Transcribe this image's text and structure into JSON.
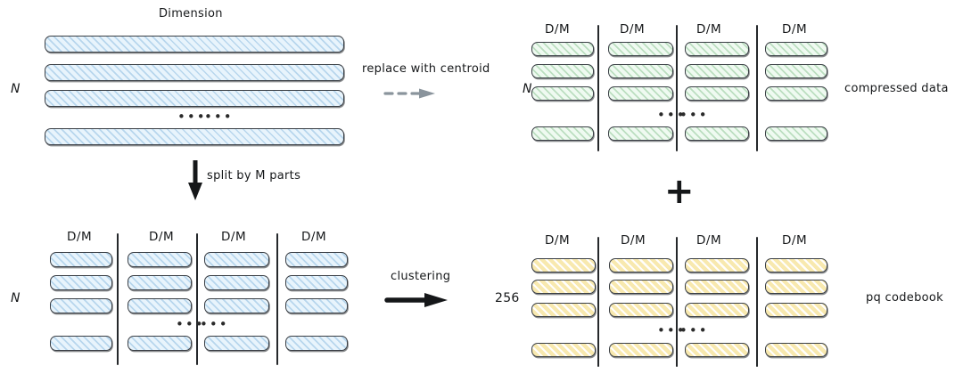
{
  "diagram": {
    "title_label": "Dimension",
    "rows_label": "N",
    "codebook_rows_label": "256",
    "part_label": "D/M",
    "ellipsis": "•••",
    "colors": {
      "blue_stroke": "#3a3f45",
      "blue_hatch": "#7cb4de",
      "green_hatch": "#78be82",
      "yellow_fill": "#fdf6dd",
      "yellow_hatch": "#f6e296",
      "arrow_dark": "#151719",
      "arrow_gray": "#8a949c"
    },
    "arrows": [
      {
        "id": "replace-with-centroid",
        "label": "replace with centroid",
        "style": "dashed",
        "direction": "right",
        "color": "#8a949c"
      },
      {
        "id": "split-by-m-parts",
        "label": "split by M parts",
        "style": "solid",
        "direction": "down",
        "color": "#151719"
      },
      {
        "id": "clustering",
        "label": "clustering",
        "style": "solid",
        "direction": "right",
        "color": "#151719"
      }
    ],
    "operator": {
      "symbol": "+",
      "name": "plus"
    },
    "panels": [
      {
        "id": "original-vectors",
        "position": "top-left",
        "row_label": "N",
        "header": "Dimension",
        "bar_style": "blue",
        "columns": 1,
        "rows": 4,
        "ellipsis_after_row": 3
      },
      {
        "id": "compressed-data",
        "position": "top-right",
        "row_label": "N",
        "side_label": "compressed data",
        "bar_style": "green",
        "columns": 4,
        "column_headers": [
          "D/M",
          "D/M",
          "D/M",
          "D/M"
        ],
        "rows": 4,
        "ellipsis_after_row": 3
      },
      {
        "id": "split-subvectors",
        "position": "bottom-left",
        "row_label": "N",
        "bar_style": "blue",
        "columns": 4,
        "column_headers": [
          "D/M",
          "D/M",
          "D/M",
          "D/M"
        ],
        "rows": 4,
        "ellipsis_after_row": 3
      },
      {
        "id": "pq-codebook",
        "position": "bottom-right",
        "row_label": "256",
        "side_label": "pq codebook",
        "bar_style": "yellow",
        "columns": 4,
        "column_headers": [
          "D/M",
          "D/M",
          "D/M",
          "D/M"
        ],
        "rows": 4,
        "ellipsis_after_row": 3
      }
    ],
    "side_labels": {
      "compressed_data": "compressed data",
      "pq_codebook": "pq codebook"
    }
  }
}
